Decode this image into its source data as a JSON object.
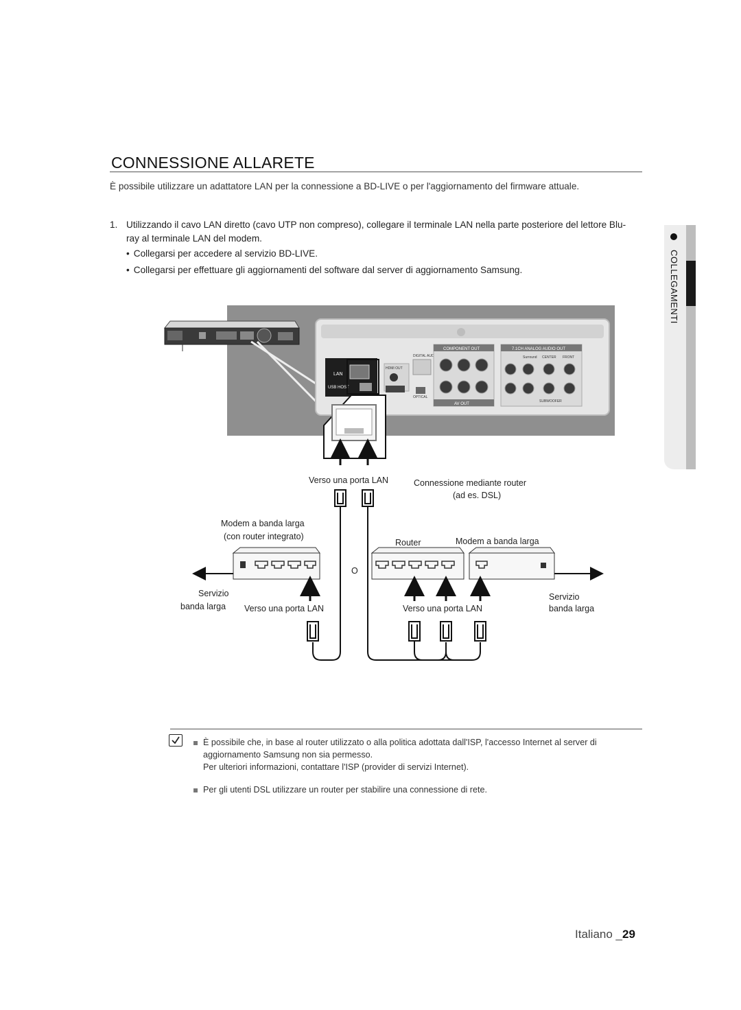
{
  "page": {
    "title": "CONNESSIONE ALLARETE",
    "intro": "È possibile utilizzare un adattatore LAN per la connessione a BD-LIVE o per l'aggiornamento del firmware attuale.",
    "step_number": "1.",
    "step_text": "Utilizzando il cavo LAN diretto (cavo UTP non compreso), collegare il terminale LAN nella parte posteriore del lettore Blu-ray al terminale LAN del modem.",
    "bullets": [
      "Collegarsi per accedere al servizio BD-LIVE.",
      "Collegarsi per effettuare gli aggiornamenti del software dal server di aggiornamento Samsung."
    ]
  },
  "side_tab": {
    "label": "COLLEGAMENTI"
  },
  "diagram": {
    "panel_labels": {
      "lan": "LAN",
      "usb_host": "USB HOST",
      "hdmi_out": "HDMI OUT",
      "digital_audio_out": "DIGITAL AUDIO OUT",
      "optical": "OPTICAL",
      "component_out": "COMPONENT OUT",
      "analog_audio_out": "7.1CH ANALOG AUDIO OUT",
      "av_out": "AV OUT",
      "center": "CENTER",
      "front": "FRONT",
      "surround": "Surround",
      "subwoofer": "SUBWOOFER"
    },
    "labels": {
      "verso_lan_top": "Verso una porta LAN",
      "router_connection": "Connessione mediante router",
      "router_example": "(ad es. DSL)",
      "modem_router": "Modem a banda larga",
      "modem_router_note": "(con router integrato)",
      "router": "Router",
      "modem_right": "Modem a banda larga",
      "or": "O",
      "servizio_left": "Servizio",
      "banda_left": "banda larga",
      "verso_lan_left": "Verso una porta LAN",
      "verso_lan_right": "Verso una porta LAN",
      "servizio_right": "Servizio",
      "banda_right": "banda larga"
    }
  },
  "notes": {
    "note1_line1": "È possibile che, in base al router utilizzato o alla politica adottata dall'ISP, l'accesso Internet al server di",
    "note1_line2": "aggiornamento Samsung non sia permesso.",
    "note1_line3": "Per ulteriori informazioni, contattare l'ISP (provider di servizi Internet).",
    "note2": "Per gli utenti DSL utilizzare un router per stabilire una connessione di rete."
  },
  "footer": {
    "language": "Italiano _",
    "page_number": "29"
  }
}
